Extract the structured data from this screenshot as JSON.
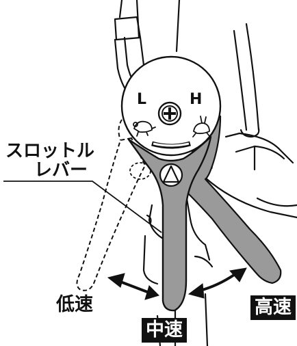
{
  "callout": {
    "line1": "スロットル",
    "line2": "レバー"
  },
  "dial": {
    "low_mark": "L",
    "high_mark": "H"
  },
  "positions": {
    "low": "低速",
    "mid": "中速",
    "high": "高速"
  },
  "colors": {
    "lever_fill": "#9a9a9a",
    "outline": "#111111",
    "label_bg": "#111111",
    "label_fg": "#ffffff"
  }
}
